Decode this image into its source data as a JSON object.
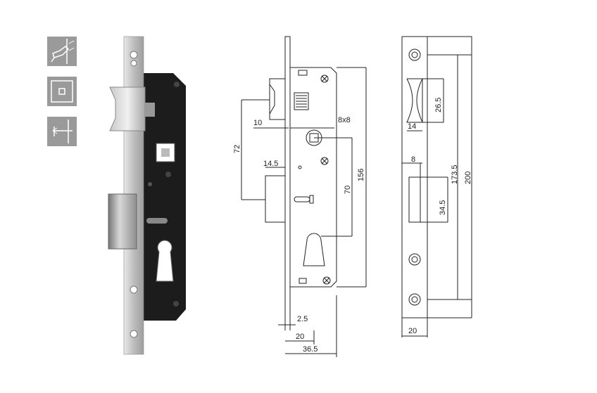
{
  "icons": [
    {
      "name": "door-handle-icon"
    },
    {
      "name": "faceplate-icon"
    },
    {
      "name": "backset-icon"
    }
  ],
  "side_view": {
    "dim_10": "10",
    "dim_8x8": "8x8",
    "dim_72": "72",
    "dim_14_5": "14.5",
    "dim_70": "70",
    "dim_156": "156",
    "dim_2_5": "2.5",
    "dim_20": "20",
    "dim_36_5": "36.5"
  },
  "front_view": {
    "dim_26_5": "26.5",
    "dim_14": "14",
    "dim_8": "8",
    "dim_34_5": "34.5",
    "dim_173_5": "173.5",
    "dim_200": "200",
    "dim_20": "20"
  },
  "colors": {
    "body": "#1c1c1c",
    "steel": "#c8c8c8",
    "icon_bg": "#9a9a9a",
    "line": "#222222"
  }
}
